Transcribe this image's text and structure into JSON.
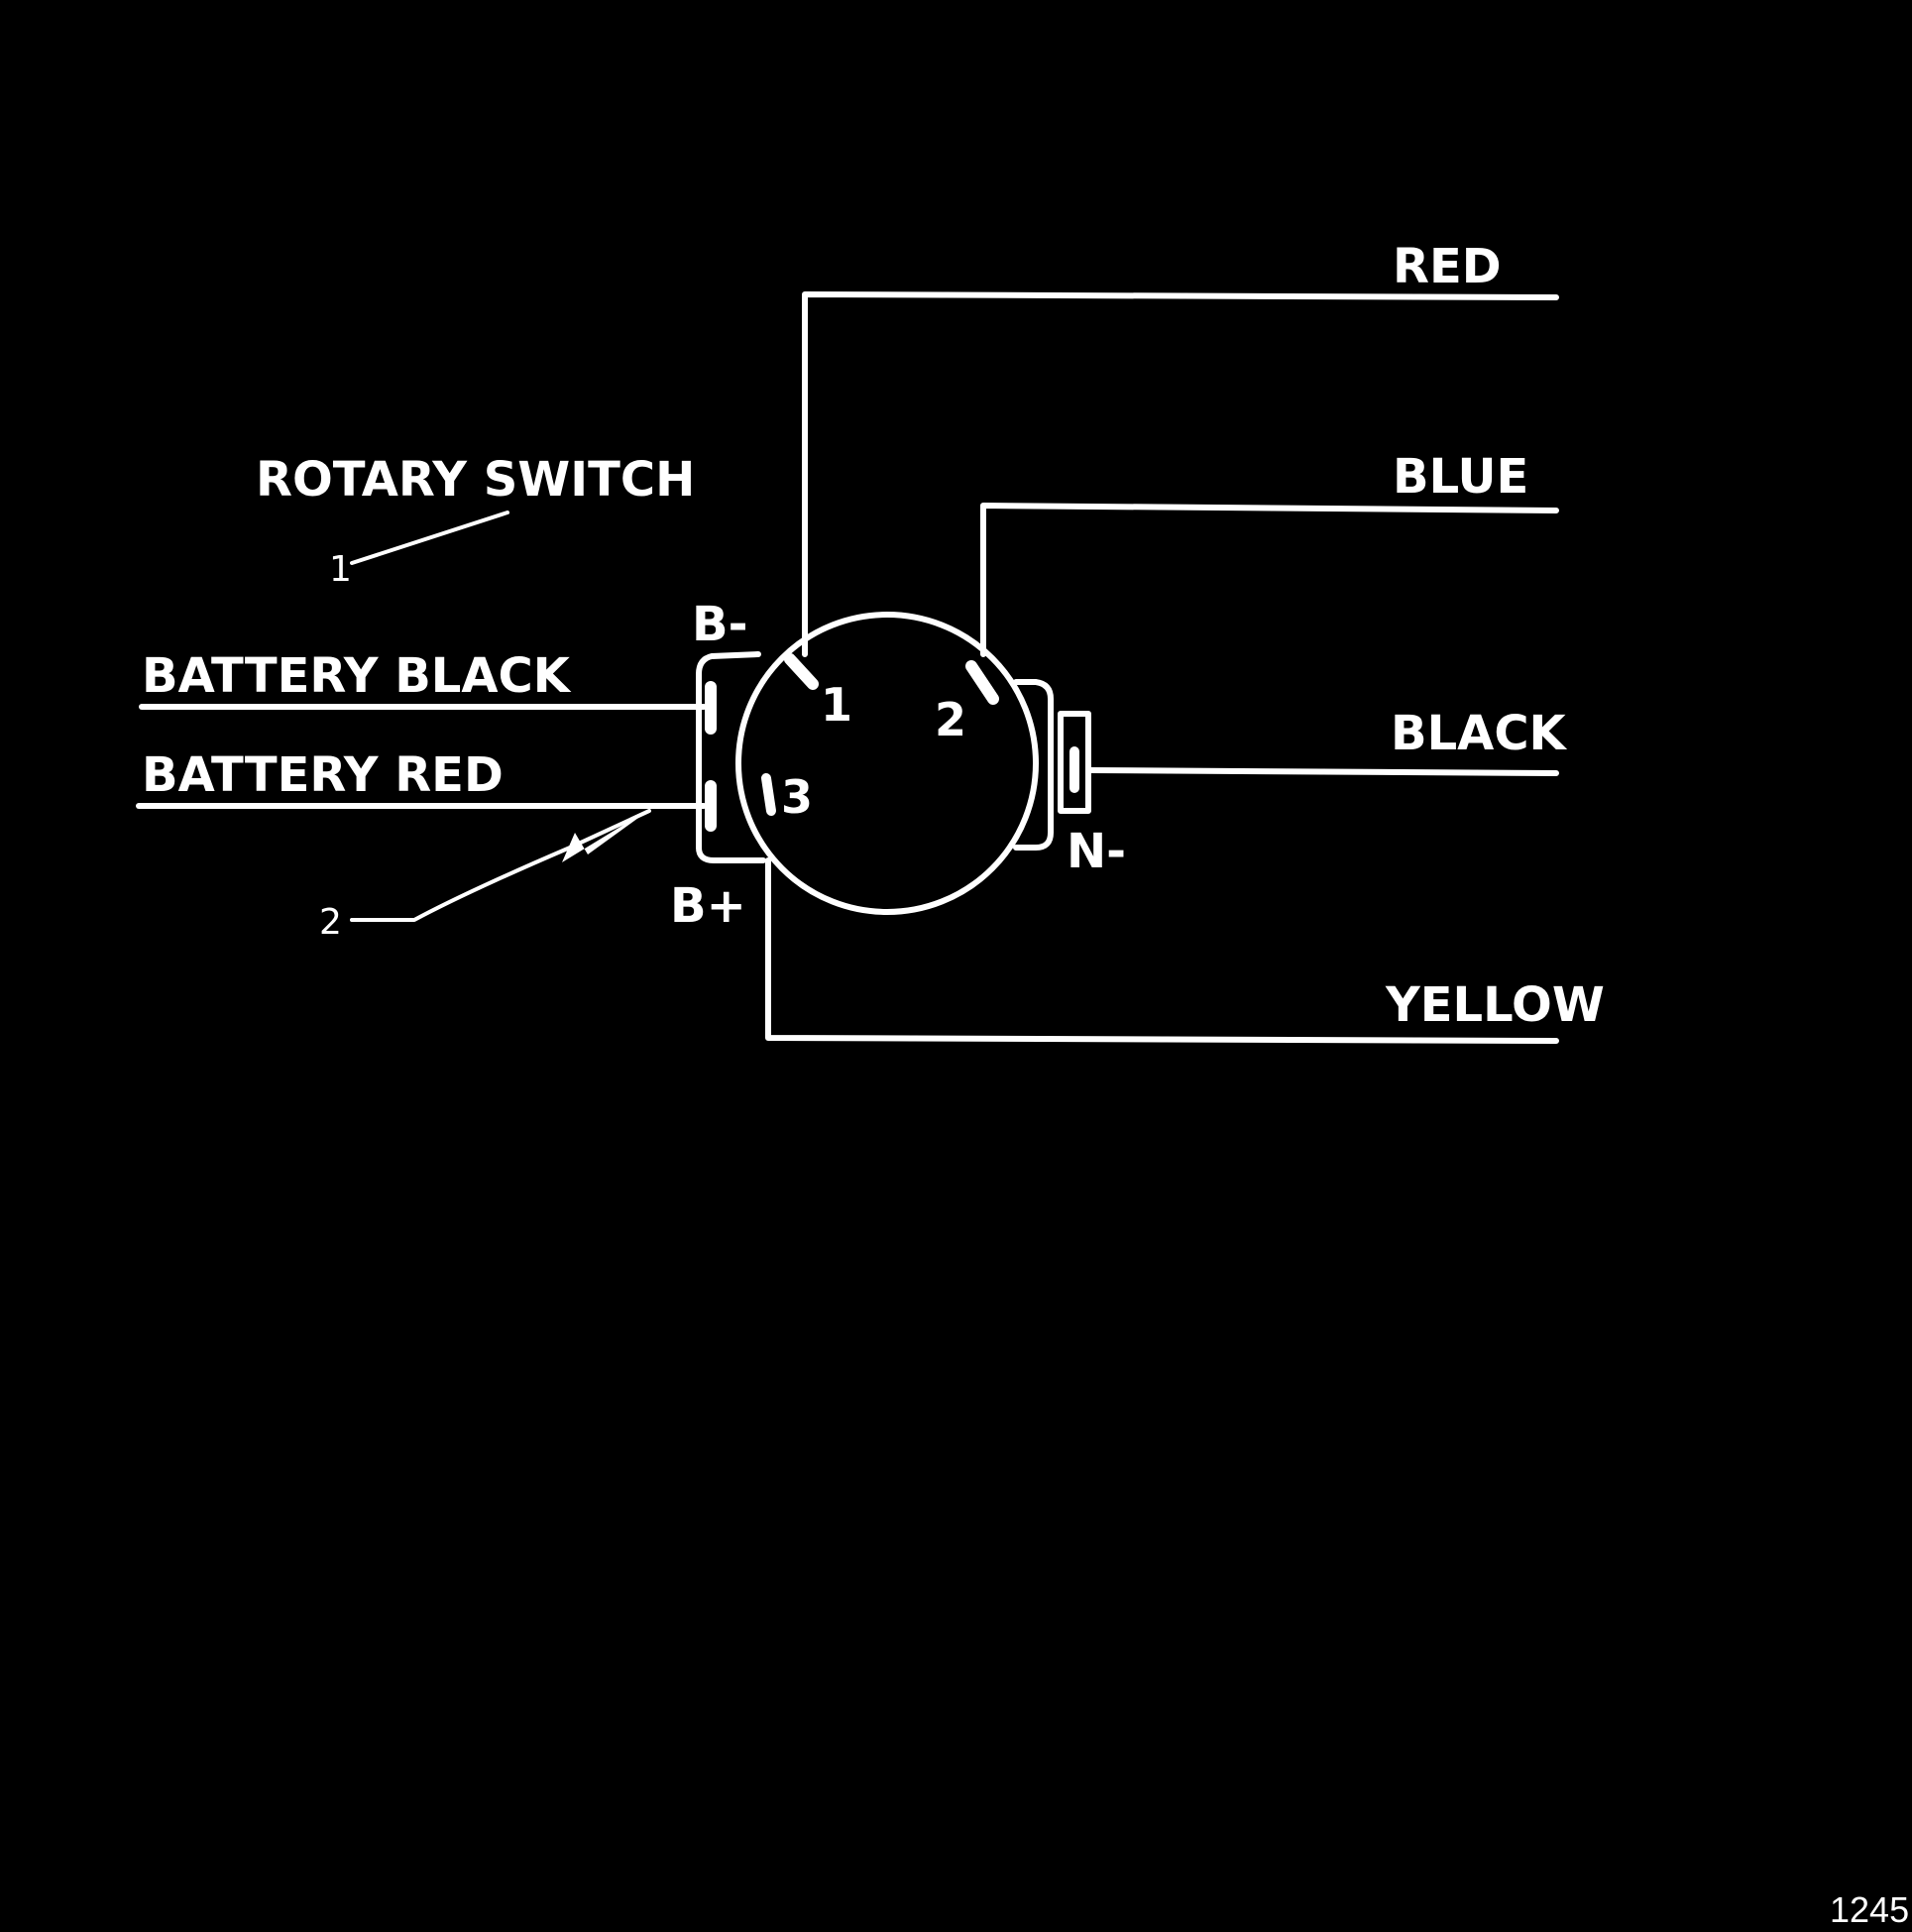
{
  "diagram": {
    "component_title": "ROTARY SWITCH",
    "callouts": [
      "1",
      "2"
    ],
    "terminals": {
      "b_minus": "B-",
      "b_plus": "B+",
      "n_minus": "N-"
    },
    "pins": [
      "1",
      "2",
      "3"
    ],
    "wires_left": [
      "BATTERY BLACK",
      "BATTERY RED"
    ],
    "wires_right": [
      "RED",
      "BLUE",
      "BLACK",
      "YELLOW"
    ]
  },
  "figure_number": "1245",
  "colors": {
    "background": "#000000",
    "line": "#ffffff"
  }
}
